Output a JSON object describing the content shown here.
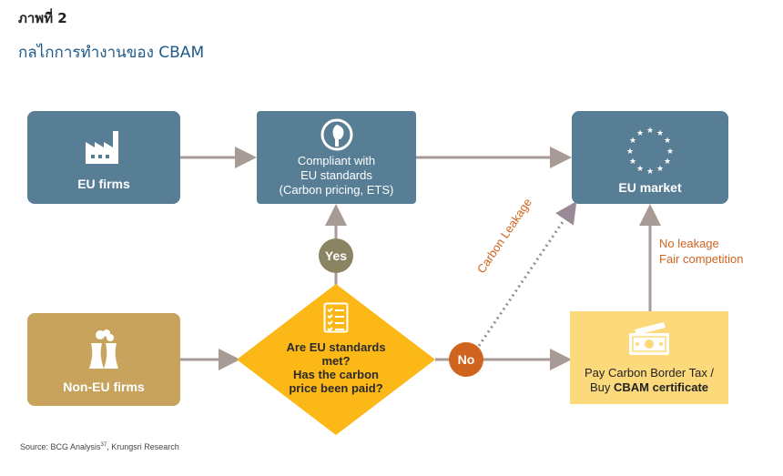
{
  "figure_label": "ภาพที่ 2",
  "title": "กลไกการทำงานของ CBAM",
  "nodes": {
    "eu_firms": "EU firms",
    "compliant": [
      "Compliant with",
      "EU standards",
      "(Carbon pricing, ETS)"
    ],
    "eu_market": "EU market",
    "non_eu_firms": "Non-EU firms",
    "question": [
      "Are EU standards",
      "met?",
      "Has the carbon",
      "price been paid?"
    ],
    "pay_tax_line1": "Pay Carbon Border Tax /",
    "pay_tax_line2_prefix": "Buy ",
    "pay_tax_line2_bold": "CBAM certificate"
  },
  "labels": {
    "yes": "Yes",
    "no": "No",
    "carbon_leakage": "Carbon Leakage",
    "no_leakage": "No leakage",
    "fair_competition": "Fair competition"
  },
  "source_prefix": "Source: BCG Analysis",
  "source_sup": "37",
  "source_suffix": ", Krungsri Research",
  "colors": {
    "blue_box": "#587e96",
    "tan_box": "#c7a35d",
    "diamond": "#fbb816",
    "yellow_box": "#fcd97a",
    "yes_circle": "#8b8462",
    "no_circle": "#d0641f",
    "arrow": "#a89a94",
    "leakage_dotted": "#9a8a96",
    "title": "#1f5a8a"
  },
  "icons": [
    "factory-icon",
    "eco-plug-icon",
    "eu-stars-icon",
    "cooling-tower-icon",
    "checklist-icon",
    "banknote-icon"
  ]
}
